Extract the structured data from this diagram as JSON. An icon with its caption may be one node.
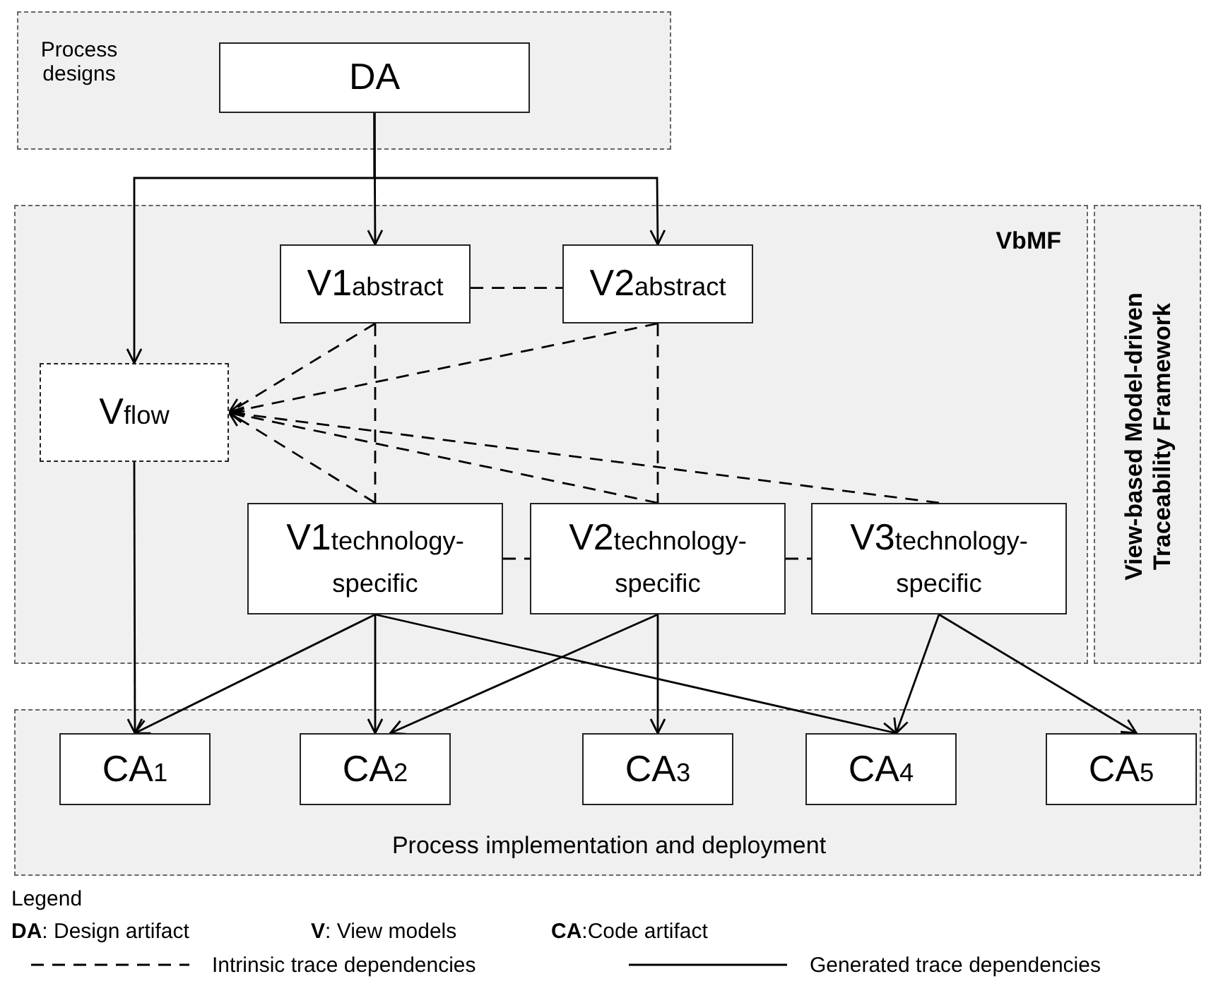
{
  "diagram": {
    "nodes": [
      {
        "text": [
          "Process designs"
        ]
      },
      {
        "text": [
          "DA"
        ],
        "in": 0
      },
      {
        "text": [
          "VbMF"
        ]
      },
      {
        "text": [
          "View-based Model-driven Traceability Framework"
        ]
      },
      {
        "text": [
          "V1$_{abstract}$"
        ],
        "in": 2
      },
      {
        "text": [
          "V2$_{abstract}$"
        ],
        "in": 2
      },
      {
        "text": [
          "V$_{flow}$"
        ],
        "in": 2
      },
      {
        "text": [
          "V1$_{technology-specific}$"
        ],
        "in": 2
      },
      {
        "text": [
          "V2$_{technology-specific}$"
        ],
        "in": 2
      },
      {
        "text": [
          "V3$_{technology-specific}$"
        ],
        "in": 2
      },
      {
        "text": [
          "Process implementation and deployment"
        ]
      },
      {
        "text": [
          "CA$_{1}$"
        ],
        "in": 10
      },
      {
        "text": [
          "CA$_{2}$"
        ],
        "in": 10
      },
      {
        "text": [
          "CA$_{3}$"
        ],
        "in": 10
      },
      {
        "text": [
          "CA$_{4}$"
        ],
        "in": 10
      },
      {
        "text": [
          "CA$_{5}$"
        ],
        "in": 10
      }
    ],
    "edges": [
      {
        "from": 1,
        "to": 4,
        "arrow": "to"
      },
      {
        "from": 1,
        "to": 5,
        "arrow": "to"
      },
      {
        "from": 1,
        "to": 6,
        "arrow": "to"
      },
      {
        "from": 4,
        "to": 5,
        "arrow": "none",
        "style": "dashed"
      },
      {
        "from": 4,
        "to": 6,
        "arrow": "to",
        "style": "dashed"
      },
      {
        "from": 5,
        "to": 6,
        "arrow": "to",
        "style": "dashed"
      },
      {
        "from": 7,
        "to": 6,
        "arrow": "to",
        "style": "dashed"
      },
      {
        "from": 8,
        "to": 6,
        "arrow": "to",
        "style": "dashed"
      },
      {
        "from": 9,
        "to": 6,
        "arrow": "to",
        "style": "dashed"
      },
      {
        "from": 4,
        "to": 7,
        "arrow": "none",
        "style": "dashed"
      },
      {
        "from": 5,
        "to": 8,
        "arrow": "none",
        "style": "dashed"
      },
      {
        "from": 7,
        "to": 8,
        "arrow": "none",
        "style": "dashed"
      },
      {
        "from": 8,
        "to": 9,
        "arrow": "none",
        "style": "dashed"
      },
      {
        "from": 6,
        "to": 11,
        "arrow": "to"
      },
      {
        "from": 7,
        "to": 11,
        "arrow": "to"
      },
      {
        "from": 7,
        "to": 12,
        "arrow": "to"
      },
      {
        "from": 7,
        "to": 14,
        "arrow": "to"
      },
      {
        "from": 8,
        "to": 12,
        "arrow": "to"
      },
      {
        "from": 8,
        "to": 13,
        "arrow": "to"
      },
      {
        "from": 9,
        "to": 14,
        "arrow": "to"
      },
      {
        "from": 9,
        "to": 15,
        "arrow": "to"
      }
    ],
    "labels": [
      "Legend",
      "**DA**: Design artifact",
      "**V**: View models",
      "**CA**:Code artifact"
    ],
    "legend": [
      {
        "text": "Intrinsic trace dependencies"
      },
      {
        "text": "Generated trace dependencies"
      }
    ]
  }
}
